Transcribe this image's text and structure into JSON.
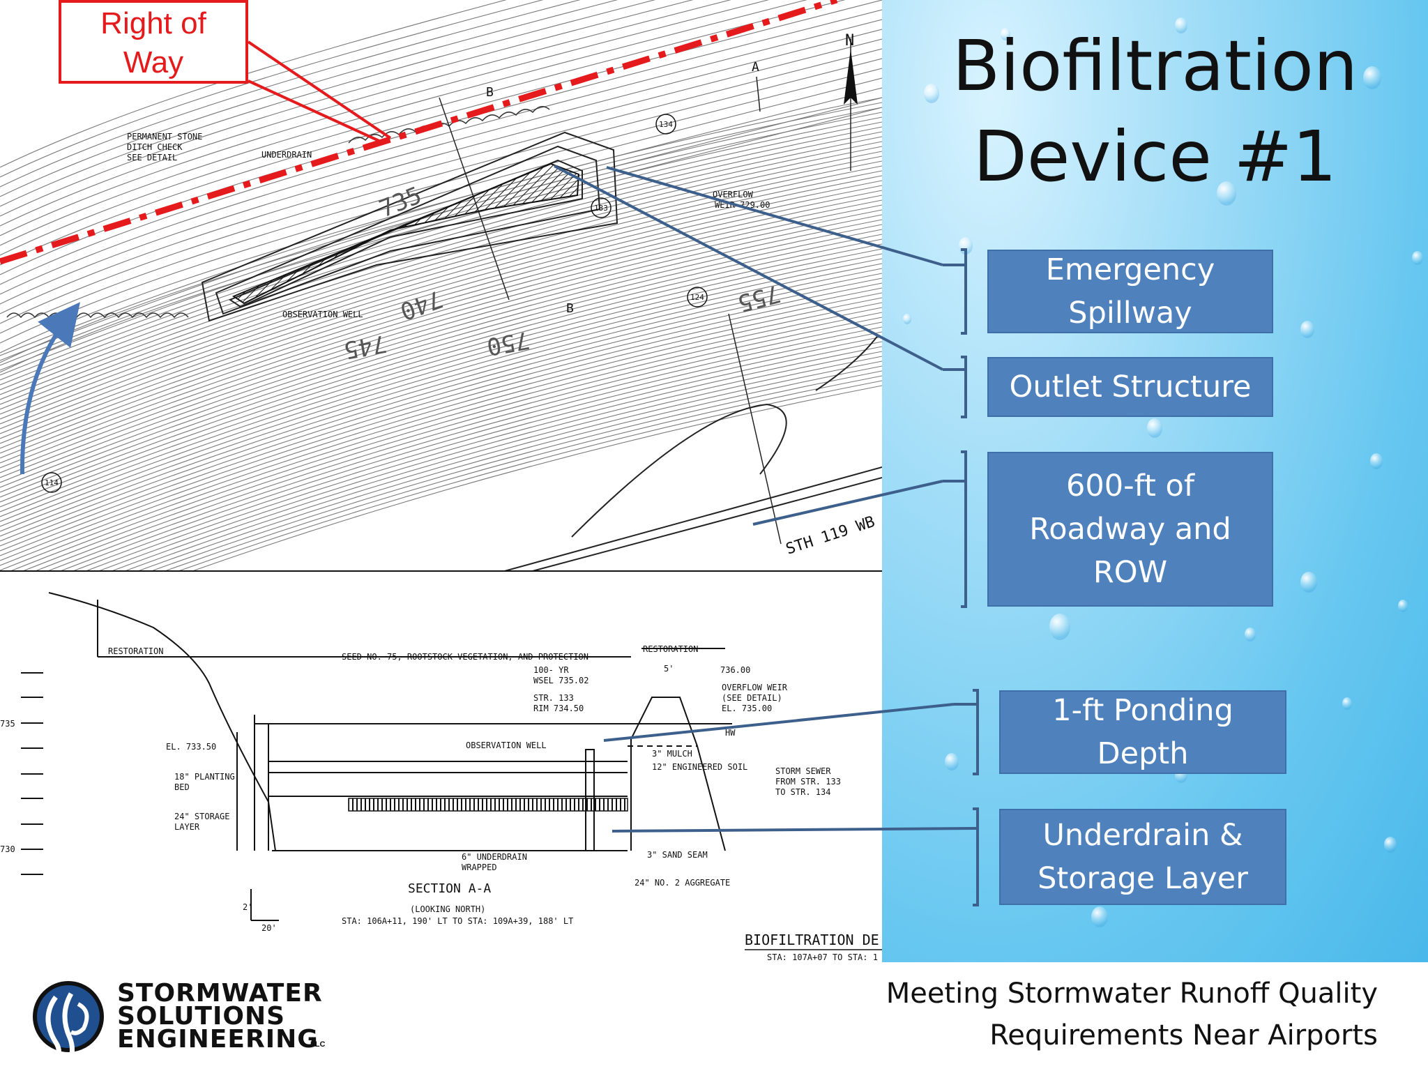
{
  "slide": {
    "title_line1": "Biofiltration",
    "title_line2": "Device #1",
    "footer_line1": "Meeting Stormwater Runoff Quality",
    "footer_line2": "Requirements Near Airports"
  },
  "row_callout": {
    "line1": "Right of",
    "line2": "Way"
  },
  "callouts": [
    {
      "line1": "Emergency",
      "line2": "Spillway"
    },
    {
      "line1": "Outlet Structure"
    },
    {
      "line1": "600-ft of",
      "line2": "Roadway and",
      "line3": "ROW"
    },
    {
      "line1": "1-ft Ponding",
      "line2": "Depth"
    },
    {
      "line1": "Underdrain &",
      "line2": "Storage Layer"
    }
  ],
  "logo": {
    "line1": "STORMWATER",
    "line2": "SOLUTIONS",
    "line3": "ENGINEERING",
    "suffix": "LLC"
  },
  "plan": {
    "permanent_stone": "PERMANENT STONE",
    "ditch_check": "DITCH CHECK",
    "see_detail": "SEE DETAIL",
    "underdrain": "UNDERDRAIN",
    "observation_well": "OBSERVATION WELL",
    "overflow": "OVERFLOW",
    "weir": "WEIR 729.00",
    "contour_735": "735",
    "contour_740": "740",
    "contour_745": "745",
    "contour_750": "750",
    "contour_755": "755",
    "section_a": "A",
    "section_b": "B",
    "section_b2": "B",
    "north": "N",
    "str_134": "134",
    "str_133": "133",
    "str_124": "124",
    "str_114": "114",
    "road": "STH 119 WB"
  },
  "section": {
    "restoration_left": "RESTORATION",
    "restoration_right": "RESTORATION",
    "seed": "SEED NO. 75, ROOTSTOCK VEGETATION, AND PROTECTION",
    "wsel1": "100- YR",
    "wsel2": "WSEL 735.02",
    "str1": "STR. 133",
    "str2": "RIM 734.50",
    "dim5": "5'",
    "el736": "736.00",
    "overflow_weir": "OVERFLOW WEIR",
    "see_detail": "(SEE DETAIL)",
    "el735": "EL. 735.00",
    "hw": "HW",
    "el733": "EL. 733.50",
    "obs_well": "OBSERVATION WELL",
    "mulch": "3\" MULCH",
    "eng_soil": "12\" ENGINEERED SOIL",
    "planting1": "18\" PLANTING",
    "planting2": "BED",
    "storage1": "24\" STORAGE",
    "storage2": "LAYER",
    "storm1": "STORM SEWER",
    "storm2": "FROM STR. 133",
    "storm3": "TO STR. 134",
    "underdrain1": "6\" UNDERDRAIN",
    "underdrain2": "WRAPPED",
    "sand": "3\" SAND SEAM",
    "aggregate": "24\" NO. 2 AGGREGATE",
    "section_title": "SECTION A-A",
    "looking": "(LOOKING NORTH)",
    "sta": "STA: 106A+11, 190' LT TO STA: 109A+39, 188' LT",
    "scale_v": "2'",
    "scale_h": "20'",
    "elev_735": "735",
    "elev_730": "730",
    "bio_title": "BIOFILTRATION DE",
    "bio_sta": "STA: 107A+07 TO STA: 1"
  }
}
